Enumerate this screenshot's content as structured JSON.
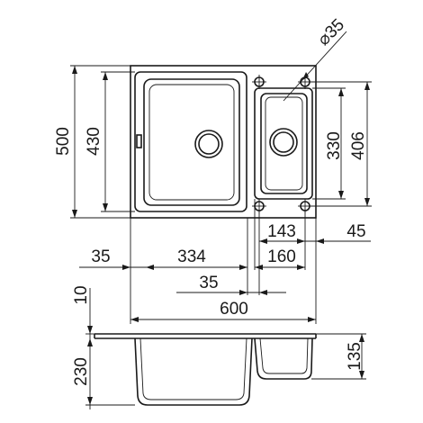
{
  "dimensions": {
    "total_height": "500",
    "left_bowl_height": "430",
    "right_bowl_height": "330",
    "right_bowl_outer_height": "406",
    "hole_diameter": "⌀35",
    "right_bowl_width": "143",
    "right_offset": "45",
    "right_outer_width": "160",
    "left_margin": "35",
    "left_bowl_width": "334",
    "divider_width": "35",
    "total_width": "600",
    "rim_thickness": "10",
    "total_depth": "230",
    "small_bowl_depth": "135"
  }
}
